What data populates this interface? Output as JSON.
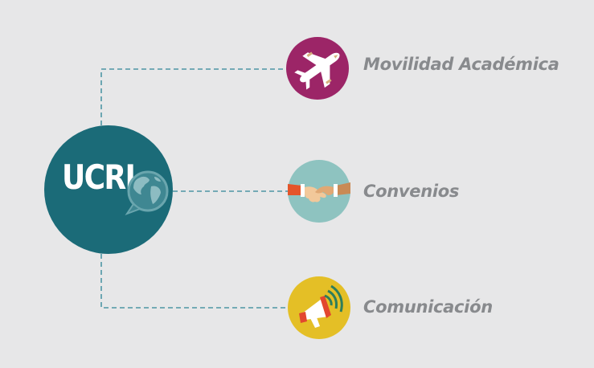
{
  "hub": {
    "label": "UCRI",
    "color": "#1b6b78",
    "icon": "globe-speech-bubble-icon"
  },
  "connector_color": "#4e96a4",
  "nodes": [
    {
      "label": "Movilidad Académica",
      "icon": "airplane-icon",
      "color": "#9c2567"
    },
    {
      "label": "Convenios",
      "icon": "handshake-icon",
      "color": "#8ec3c0"
    },
    {
      "label": "Comunicación",
      "icon": "megaphone-icon",
      "color": "#e4bf26"
    }
  ],
  "label_color": "#888a8d",
  "background": "#e7e7e8"
}
